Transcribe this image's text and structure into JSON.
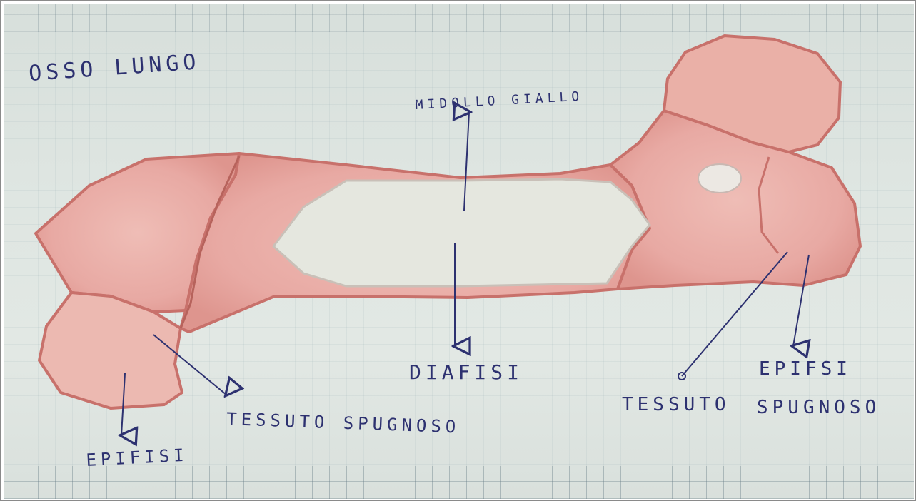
{
  "diagram": {
    "title": "OSSO LUNGO",
    "labels": {
      "midollo": "MIDOLLO GIALLO",
      "diafisi": "DIAFISI",
      "epifisi_left": "EPIFISI",
      "tessuto_spugnoso_left": "TESSUTO SPUGNOSO",
      "tessuto_right": "TESSUTO",
      "epifisi_right": "EPIFSI",
      "spugnoso_right": "SPUGNOSO"
    }
  },
  "colors": {
    "bone_fill": "#e8a9a3",
    "bone_outline": "#c8716b",
    "marrow": "#e4e6de",
    "ink": "#2d3170"
  }
}
